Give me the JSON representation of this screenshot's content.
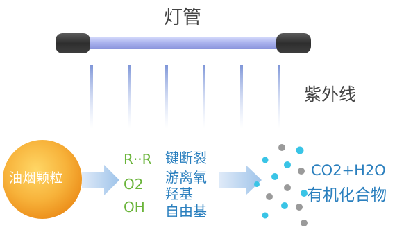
{
  "lamp": {
    "label": "灯管",
    "tube_color": "#aab2ee",
    "cap_color": "#3a3a3a"
  },
  "uv": {
    "label": "紫外线",
    "ray_color": "#8ea6e0"
  },
  "particle": {
    "label": "油烟颗粒",
    "fill_inner": "#ffcf5a",
    "fill_outer": "#f09a1e"
  },
  "species": [
    "R··R",
    "O2",
    "OH"
  ],
  "effects": [
    "键断裂",
    "游离氧",
    "羟基",
    "自由基"
  ],
  "products": {
    "formula": "CO2+H2O",
    "name": "有机化合物",
    "dot_colors": [
      "#39c4e6",
      "#9a9a9a"
    ]
  },
  "colors": {
    "arrow": "#a8cbee",
    "species_text": "#6ab43a",
    "effects_text": "#2a7fbe",
    "label_text": "#444444"
  }
}
